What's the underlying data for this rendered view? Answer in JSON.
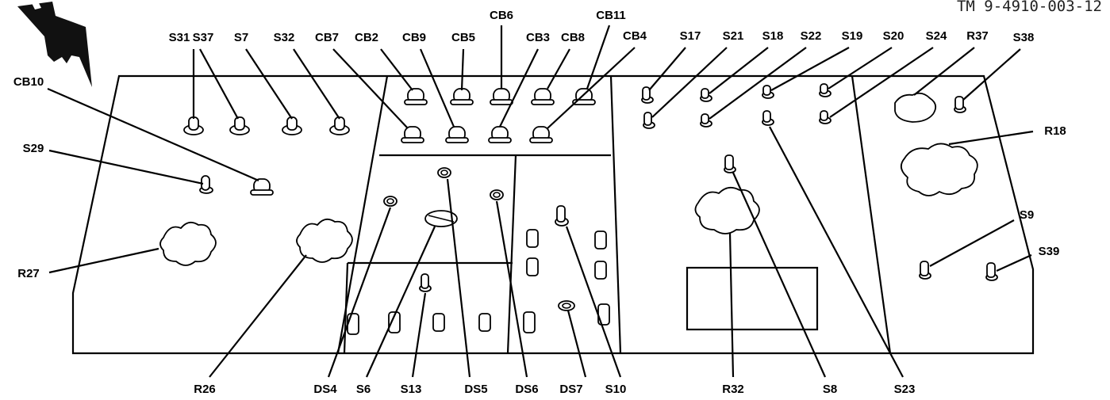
{
  "header": {
    "doc_number": "TM 9-4910-003-12"
  },
  "labels": {
    "S31": "S31",
    "S37": "S37",
    "S7": "S7",
    "S32": "S32",
    "CB7": "CB7",
    "CB2": "CB2",
    "CB9": "CB9",
    "CB5": "CB5",
    "CB6": "CB6",
    "CB3": "CB3",
    "CB8": "CB8",
    "CB11": "CB11",
    "CB4": "CB4",
    "S17": "S17",
    "S21": "S21",
    "S18": "S18",
    "S22": "S22",
    "S19": "S19",
    "S20": "S20",
    "S24": "S24",
    "R37": "R37",
    "S38": "S38",
    "CB10": "CB10",
    "S29": "S29",
    "R18": "R18",
    "S9": "S9",
    "S39": "S39",
    "R27": "R27",
    "R26": "R26",
    "DS4": "DS4",
    "S6": "S6",
    "S13": "S13",
    "DS5": "DS5",
    "DS6": "DS6",
    "DS7": "DS7",
    "S10": "S10",
    "R32": "R32",
    "S8": "S8",
    "S23": "S23"
  },
  "icons": [
    "pointing-hand-icon"
  ]
}
